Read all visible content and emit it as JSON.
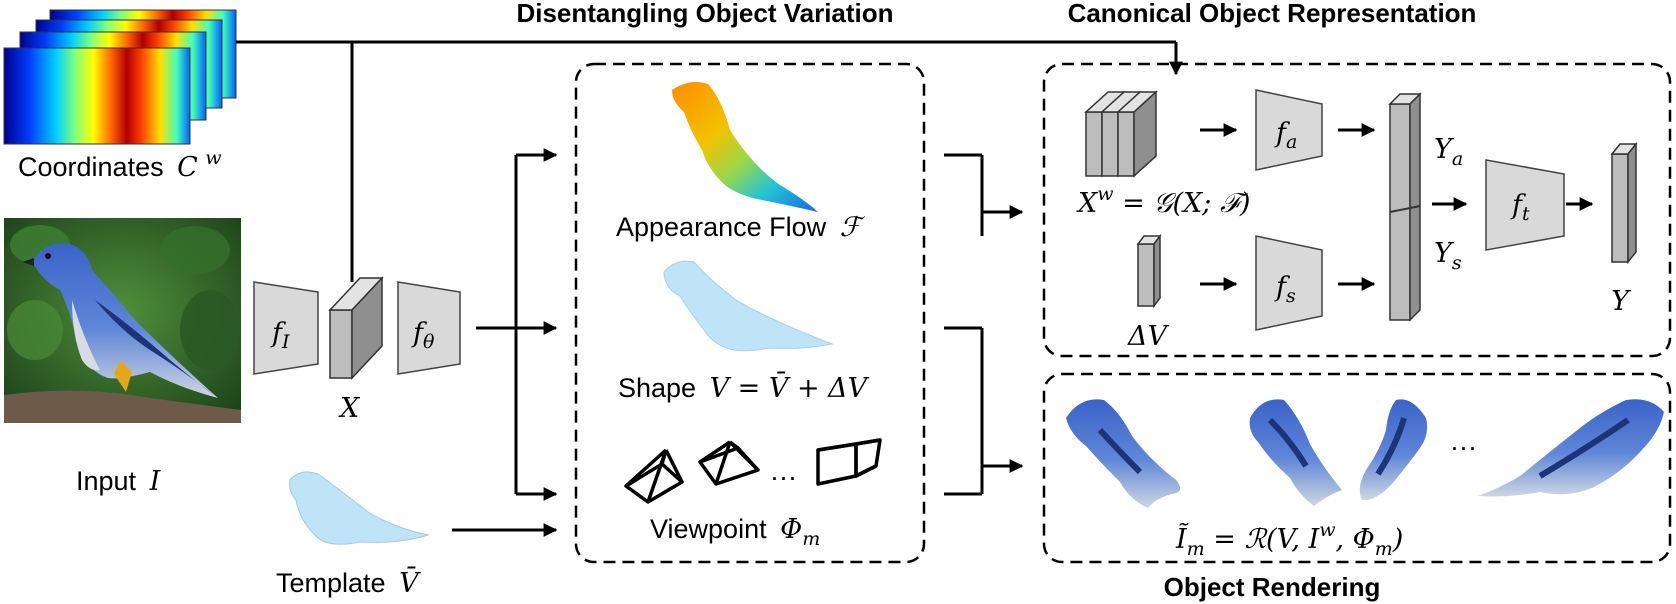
{
  "headings": {
    "disentangling": "Disentangling Object Variation",
    "canonical": "Canonical Object Representation",
    "rendering": "Object Rendering"
  },
  "labels": {
    "coordinates": "Coordinates",
    "coordinates_sym": "C",
    "coordinates_sup": "w",
    "input": "Input",
    "input_sym": "I",
    "template": "Template",
    "template_sym": "V̄",
    "feature": "X",
    "appearance_flow": "Appearance Flow",
    "appearance_flow_sym": "ℱ",
    "shape": "Shape",
    "shape_eq": "V = V̄ + ΔV",
    "viewpoint": "Viewpoint",
    "viewpoint_sym": "Φ",
    "viewpoint_sub": "m",
    "dots": "···",
    "xw_eq_lhs": "X",
    "xw_eq_sup": "w",
    "xw_eq_rhs": " = 𝒢(X; ℱ)",
    "delta_v": "ΔV",
    "ya": "Y",
    "ya_sub": "a",
    "ys": "Y",
    "ys_sub": "s",
    "y": "Y",
    "render_eq_lhs": "Ĩ",
    "render_eq_lhs_sub": "m",
    "render_eq_rhs_a": " = ℛ(V, I",
    "render_eq_sup": "w",
    "render_eq_rhs_b": ", Φ",
    "render_eq_sub": "m",
    "render_eq_close": ")",
    "render_dots": "···"
  },
  "networks": {
    "f_i": {
      "sym": "f",
      "sub": "I"
    },
    "f_theta": {
      "sym": "f",
      "sub": "θ"
    },
    "f_a": {
      "sym": "f",
      "sub": "a"
    },
    "f_s": {
      "sym": "f",
      "sub": "s"
    },
    "f_t": {
      "sym": "f",
      "sub": "t"
    }
  },
  "colors": {
    "bird_blue": "#2f55b8",
    "bird_dark": "#1c3478",
    "bird_belly": "#d7dbe3",
    "shape_fill": "#bfe3f7",
    "foliage": "#2f6b2a"
  }
}
